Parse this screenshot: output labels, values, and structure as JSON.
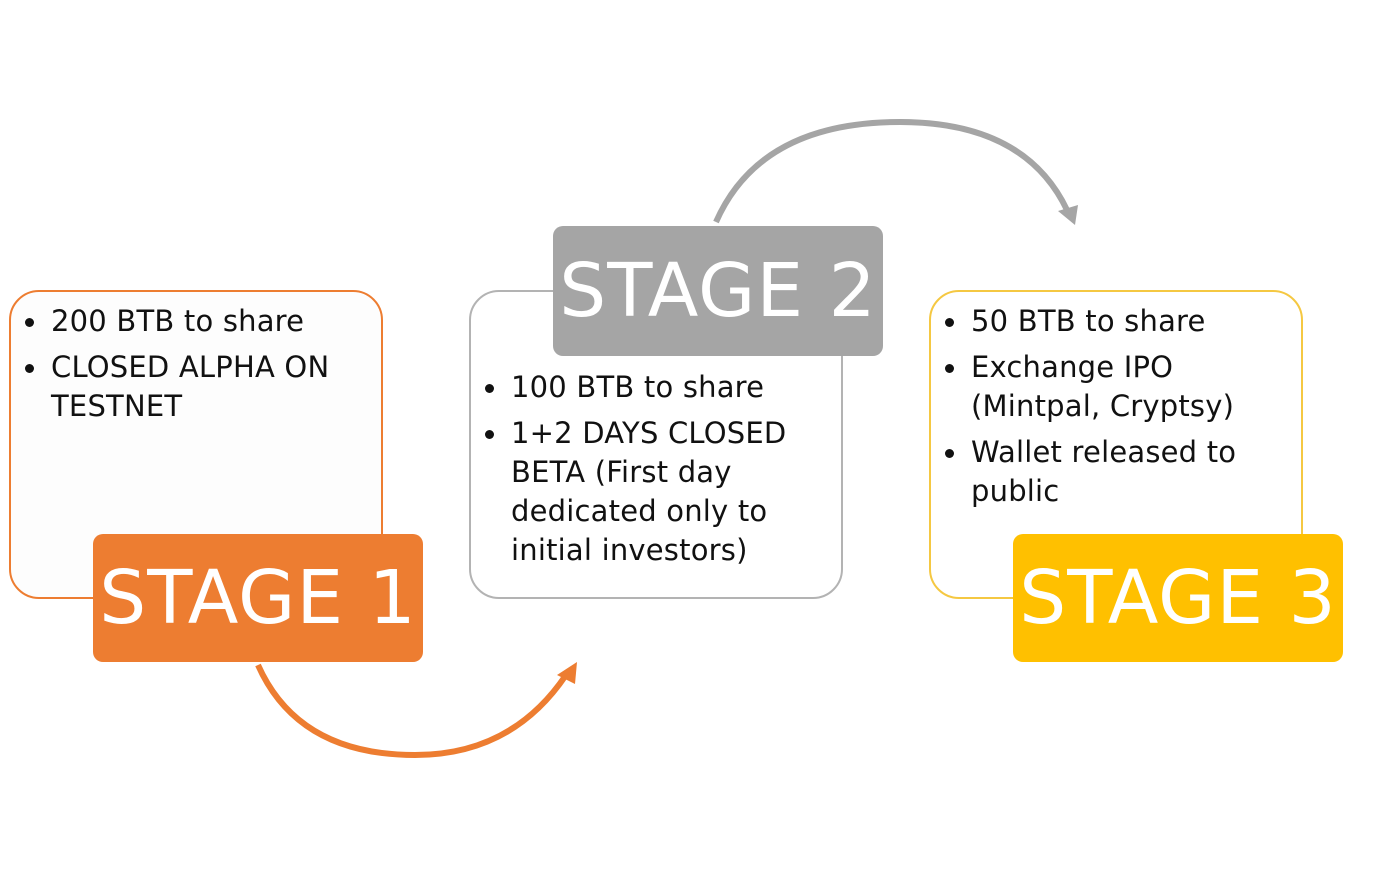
{
  "stages": [
    {
      "label": "STAGE 1",
      "color": "#ed7d31",
      "items": [
        "200 BTB to share",
        "CLOSED ALPHA ON TESTNET"
      ]
    },
    {
      "label": "STAGE 2",
      "color": "#a5a5a5",
      "items": [
        "100 BTB to share",
        "1+2 DAYS CLOSED BETA (First day dedicated only to initial investors)"
      ]
    },
    {
      "label": "STAGE 3",
      "color": "#ffc000",
      "items": [
        "50 BTB to share",
        "Exchange IPO (Mintpal, Cryptsy)",
        "Wallet released to public"
      ]
    }
  ],
  "connectors": [
    {
      "from": "STAGE 1",
      "to": "STAGE 2",
      "color": "#ed7d31"
    },
    {
      "from": "STAGE 2",
      "to": "STAGE 3",
      "color": "#a5a5a5"
    }
  ]
}
